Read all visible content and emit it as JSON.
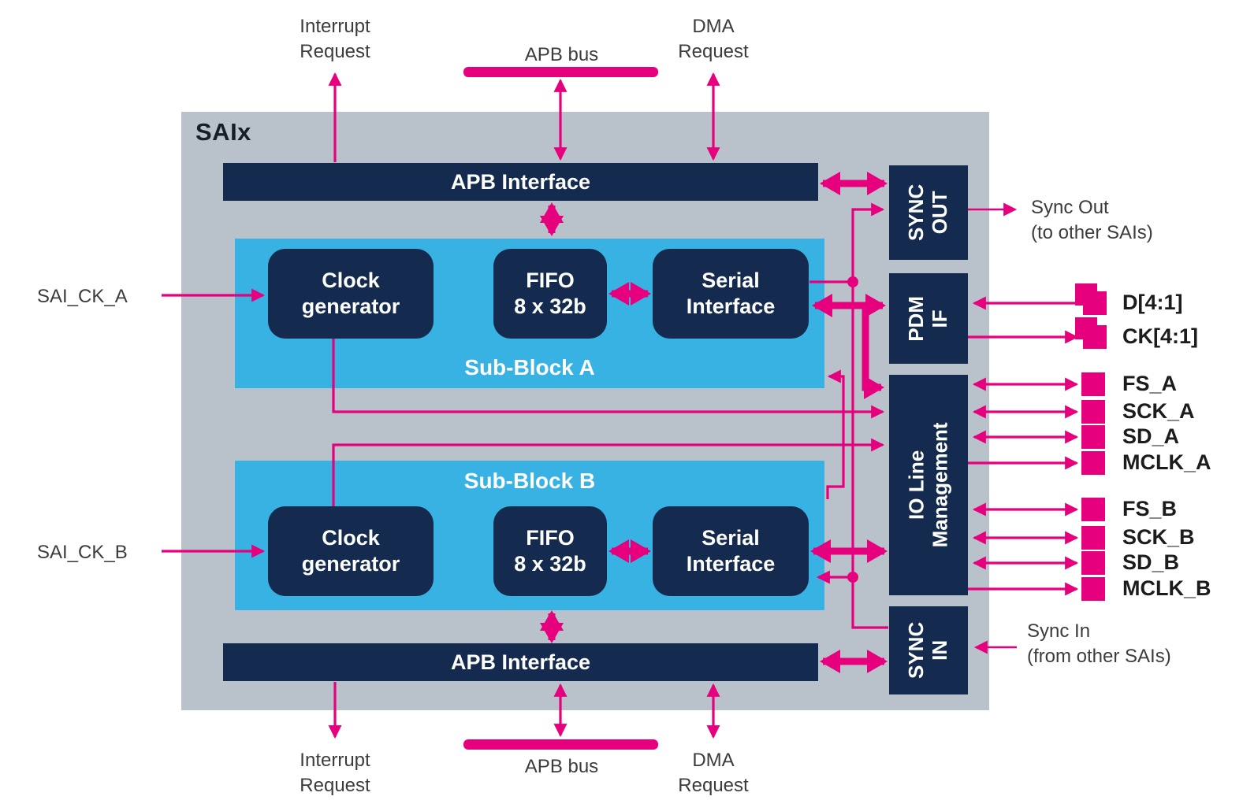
{
  "diagram_title": "SAIx",
  "colors": {
    "magenta": "#e6007e",
    "navy": "#142a4e",
    "light_blue": "#38b2e3",
    "gray": "#b9c2cb"
  },
  "top": {
    "interrupt_request": "Interrupt\nRequest",
    "apb_bus": "APB bus",
    "dma_request": "DMA\nRequest"
  },
  "bottom": {
    "interrupt_request": "Interrupt\nRequest",
    "apb_bus": "APB bus",
    "dma_request": "DMA\nRequest"
  },
  "left": {
    "sai_ck_a": "SAI_CK_A",
    "sai_ck_b": "SAI_CK_B"
  },
  "apb_interface_top": "APB Interface",
  "apb_interface_bottom": "APB Interface",
  "sub_block_a": {
    "title": "Sub-Block A",
    "clock_generator": "Clock\ngenerator",
    "fifo": "FIFO\n8 x 32b",
    "serial_interface": "Serial\nInterface"
  },
  "sub_block_b": {
    "title": "Sub-Block B",
    "clock_generator": "Clock\ngenerator",
    "fifo": "FIFO\n8 x 32b",
    "serial_interface": "Serial\nInterface"
  },
  "right_column": {
    "sync_out": "SYNC\nOUT",
    "pdm_if": "PDM\nIF",
    "io_line_management": "IO Line\nManagement",
    "sync_in": "SYNC\nIN"
  },
  "external_notes": {
    "sync_out": "Sync Out\n(to other SAIs)",
    "sync_in": "Sync In\n(from other SAIs)"
  },
  "pads": [
    {
      "label": "D[4:1]",
      "direction": "input",
      "type": "multi"
    },
    {
      "label": "CK[4:1]",
      "direction": "output",
      "type": "multi"
    },
    {
      "label": "FS_A",
      "direction": "bidirectional",
      "type": "single"
    },
    {
      "label": "SCK_A",
      "direction": "bidirectional",
      "type": "single"
    },
    {
      "label": "SD_A",
      "direction": "bidirectional",
      "type": "single"
    },
    {
      "label": "MCLK_A",
      "direction": "output",
      "type": "single"
    },
    {
      "label": "FS_B",
      "direction": "bidirectional",
      "type": "single"
    },
    {
      "label": "SCK_B",
      "direction": "bidirectional",
      "type": "single"
    },
    {
      "label": "SD_B",
      "direction": "bidirectional",
      "type": "single"
    },
    {
      "label": "MCLK_B",
      "direction": "output",
      "type": "single"
    }
  ]
}
